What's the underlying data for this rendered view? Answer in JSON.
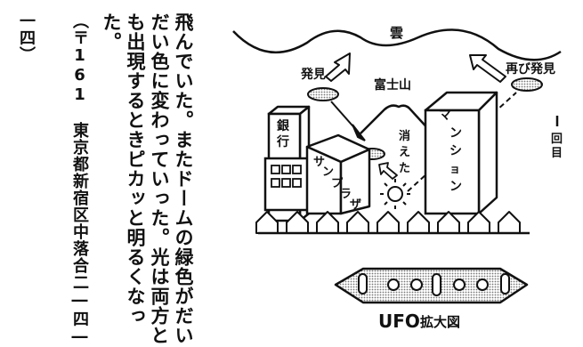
{
  "text_columns": [
    "飛んでいた。またドームの緑色がだい",
    "だい色に変わっていった。光は両方と",
    "も出現するときピカッと明るくなっ",
    "た。"
  ],
  "address_columns": [
    "（〒161　東京都新宿区中落合二―四―",
    "一四）"
  ],
  "diagram": {
    "labels": {
      "cloud": "雲",
      "discover": "発見",
      "rediscover": "再び発見",
      "mt_fuji": "富士山",
      "bank": "銀行",
      "sun_plaza": "サンプラザ",
      "mansion": "マンション",
      "vanished": "消えた",
      "first_time": "1回目",
      "ufo_caption_bold": "UFO",
      "ufo_caption_rest": "拡大図"
    },
    "colors": {
      "ink": "#111111",
      "fill_gray": "#9a9a9a"
    }
  }
}
